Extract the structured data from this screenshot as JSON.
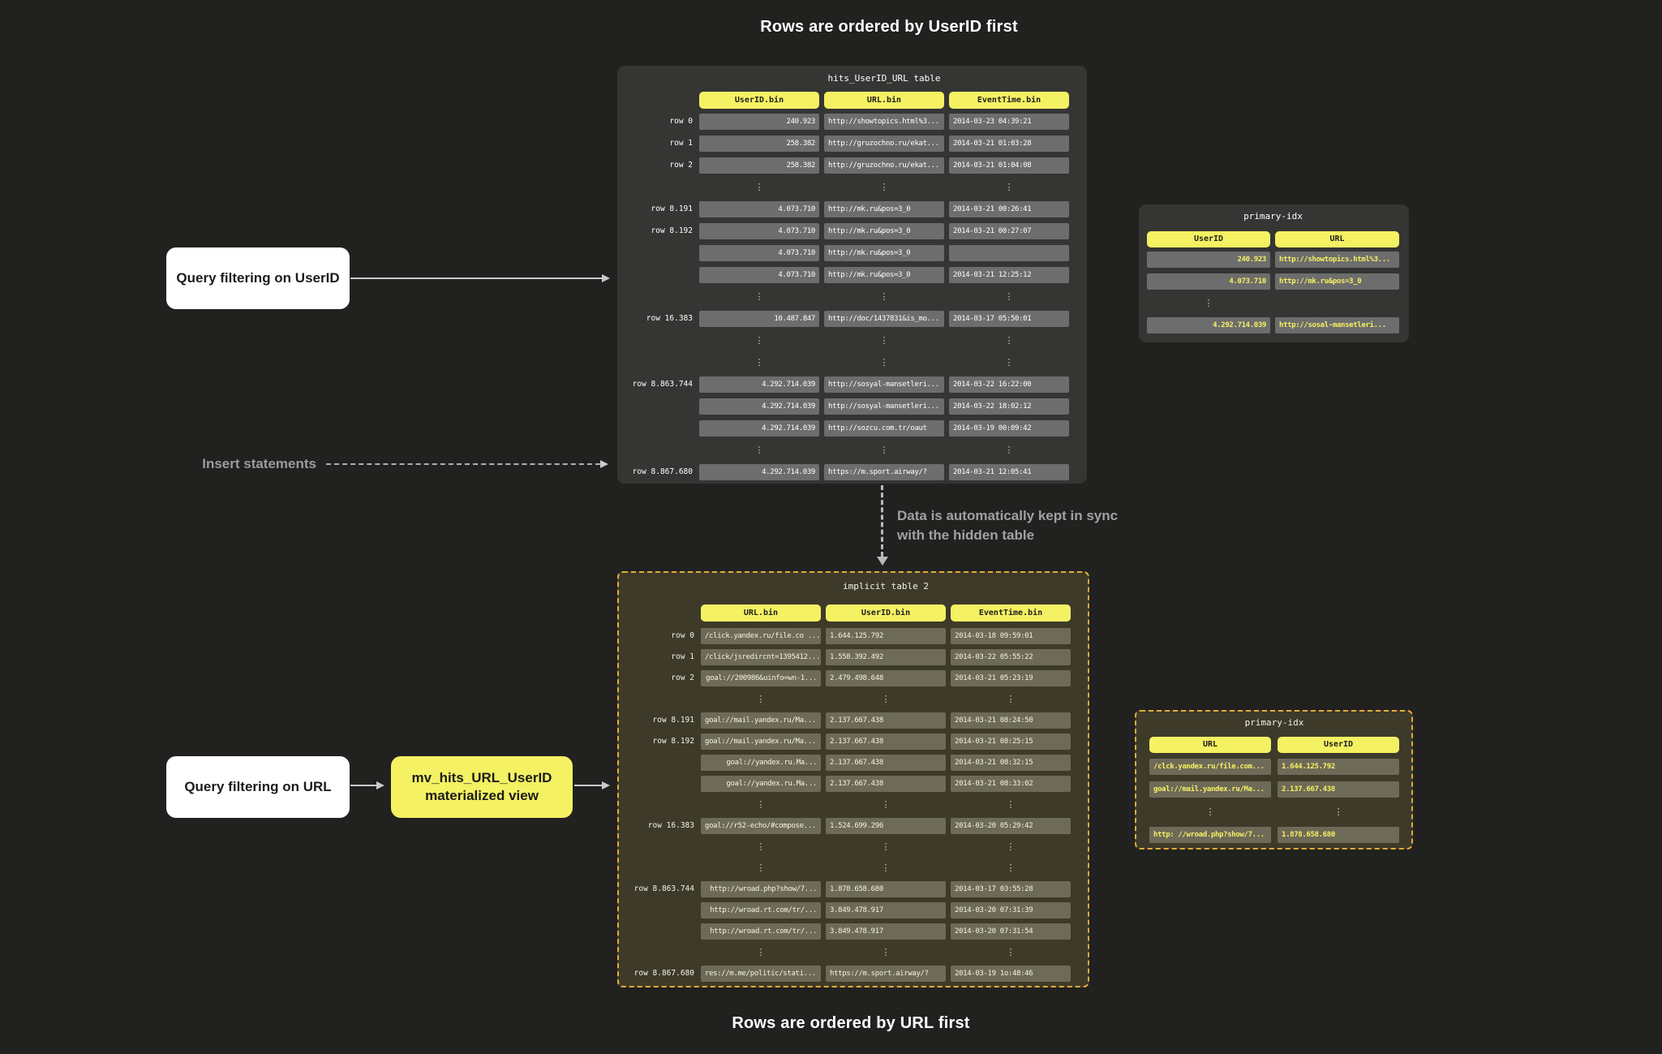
{
  "captions": {
    "top": "Rows are ordered by UserID first",
    "bottom": "Rows are ordered by URL first"
  },
  "annotations": {
    "query_userid": "Query filtering on UserID",
    "insert_statements": "Insert statements",
    "sync_line1": "Data is automatically kept in sync",
    "sync_line2": "with the hidden table",
    "query_url": "Query filtering on URL",
    "mv_line1": "mv_hits_URL_UserID",
    "mv_line2": "materialized view"
  },
  "colors": {
    "accent_yellow": "#f4f163",
    "panel_gray": "#353534",
    "cell_gray": "#6d6d6d",
    "panel_olive": "#3d3a2a",
    "cell_olive": "#6e6a58",
    "gold": "#e3aa3a",
    "page_bg": "#21211f",
    "text_cream": "#f4f2e6",
    "arrow": "#c9cacc"
  },
  "top_table": {
    "title": "hits_UserID_URL table",
    "columns": [
      "UserID.bin",
      "URL.bin",
      "EventTime.bin"
    ],
    "aligns": [
      "right",
      "left",
      "left"
    ],
    "rows": [
      {
        "label": "row 0",
        "cells": [
          "240.923",
          "http://showtopics.html%3...",
          "2014-03-23 04:39:21"
        ]
      },
      {
        "label": "row 1",
        "cells": [
          "258.382",
          "http://gruzochno.ru/ekat...",
          "2014-03-21 01:03:28"
        ]
      },
      {
        "label": "row 2",
        "cells": [
          "258.382",
          "http://gruzochno.ru/ekat...",
          "2014-03-21 01:04:08"
        ]
      },
      {
        "ellipsis": [
          0,
          1,
          2
        ]
      },
      {
        "label": "row 8.191",
        "cells": [
          "4.073.710",
          "http://mk.ru&pos=3_0",
          "2014-03-21 00:26:41"
        ]
      },
      {
        "label": "row 8.192",
        "cells": [
          "4.073.710",
          "http://mk.ru&pos=3_0",
          "2014-03-21 00:27:07"
        ]
      },
      {
        "label": "",
        "cells": [
          "4.073.710",
          "http://mk.ru&pos=3_0",
          ""
        ]
      },
      {
        "label": "",
        "cells": [
          "4.073.710",
          "http://mk.ru&pos=3_0",
          "2014-03-21 12:25:12"
        ]
      },
      {
        "ellipsis": [
          0,
          1,
          2
        ]
      },
      {
        "label": "row 16.383",
        "cells": [
          "10.487.847",
          "http://doc/1437831&is_mo...",
          "2014-03-17 05:50:01"
        ]
      },
      {
        "ellipsis": [
          0,
          1,
          2
        ]
      },
      {
        "ellipsis": [
          0,
          1,
          2
        ]
      },
      {
        "label": "row 8.863.744",
        "cells": [
          "4.292.714.039",
          "http://sosyal-mansetleri...",
          "2014-03-22 16:22:00"
        ]
      },
      {
        "label": "",
        "cells": [
          "4.292.714.039",
          "http://sosyal-mansetleri...",
          "2014-03-22 18:02:12"
        ]
      },
      {
        "label": "",
        "cells": [
          "4.292.714.039",
          "http://sozcu.com.tr/oaut",
          "2014-03-19 00:09:42"
        ]
      },
      {
        "ellipsis": [
          0,
          1,
          2
        ]
      },
      {
        "label": "row 8.867.680",
        "cells": [
          "4.292.714.039",
          "https://m.sport.airway/?",
          "2014-03-21 12:05:41"
        ]
      }
    ]
  },
  "top_index": {
    "title": "primary-idx",
    "columns": [
      "UserID",
      "URL"
    ],
    "aligns": [
      "right",
      "left"
    ],
    "rows": [
      {
        "label": "",
        "cells": [
          "240.923",
          "http://showtopics.html%3..."
        ]
      },
      {
        "label": "",
        "cells": [
          "4.073.710",
          "http://mk.ru&pos=3_0"
        ]
      },
      {
        "ellipsis": [
          0
        ]
      },
      {
        "label": "",
        "cells": [
          "4.292.714.039",
          "http://sosal-mansetleri..."
        ]
      }
    ]
  },
  "bottom_table": {
    "title": "implicit table 2",
    "columns": [
      "URL.bin",
      "UserID.bin",
      "EventTime.bin"
    ],
    "aligns": [
      "left",
      "left",
      "left"
    ],
    "rows": [
      {
        "label": "row 0",
        "cells": [
          "/click.yandex.ru/file.co ...",
          "1.644.125.792",
          "2014-03-18 09:59:01"
        ]
      },
      {
        "label": "row 1",
        "cells": [
          "/click/jsredircnt=1395412...",
          "1.558.392.492",
          "2014-03-22 05:55:22"
        ]
      },
      {
        "label": "row 2",
        "cells": [
          "goal://200986&uinfo=wn-1...",
          "2.479.498.648",
          "2014-03-21 05:23:19"
        ],
        "aligns": [
          "right",
          "left",
          "left"
        ]
      },
      {
        "ellipsis": [
          0,
          1,
          2
        ]
      },
      {
        "label": "row 8.191",
        "cells": [
          "goal://mail.yandex.ru/Ma...",
          "2.137.667.438",
          "2014-03-21 08:24:50"
        ]
      },
      {
        "label": "row 8.192",
        "cells": [
          "goal://mail.yandex.ru/Ma...",
          "2.137.667.438",
          "2014-03-21 08:25:15"
        ]
      },
      {
        "label": "",
        "cells": [
          "goal://yandex.ru.Ma...",
          "2.137.667.438",
          "2014-03-21 08:32:15"
        ],
        "aligns": [
          "right",
          "left",
          "left"
        ]
      },
      {
        "label": "",
        "cells": [
          "goal://yandex.ru.Ma...",
          "2.137.667.438",
          "2014-03-21 08:33:02"
        ],
        "aligns": [
          "right",
          "left",
          "left"
        ]
      },
      {
        "ellipsis": [
          0,
          1,
          2
        ]
      },
      {
        "label": "row 16.383",
        "cells": [
          "goal://r52-echo/#compose...",
          "1.524.699.296",
          "2014-03-20 05:29:42"
        ]
      },
      {
        "ellipsis": [
          0,
          1,
          2
        ]
      },
      {
        "ellipsis": [
          0,
          1,
          2
        ]
      },
      {
        "label": "row 8.863.744",
        "cells": [
          "http://wroad.php?show/7...",
          "1.878.658.680",
          "2014-03-17 03:55:28"
        ],
        "aligns": [
          "right",
          "left",
          "left"
        ]
      },
      {
        "label": "",
        "cells": [
          "http://wroad.rt.com/tr/...",
          "3.849.478.917",
          "2014-03-20 07:31:39"
        ],
        "aligns": [
          "right",
          "left",
          "left"
        ]
      },
      {
        "label": "",
        "cells": [
          "http://wroad.rt.com/tr/...",
          "3.849.478.917",
          "2014-03-20 07:31:54"
        ],
        "aligns": [
          "right",
          "left",
          "left"
        ]
      },
      {
        "ellipsis": [
          0,
          1,
          2
        ]
      },
      {
        "label": "row 8.867.680",
        "cells": [
          "res://m.me/politic/stati...",
          "https://m.sport.airway/?",
          "2014-03-19 1o:48:46"
        ]
      }
    ]
  },
  "bottom_index": {
    "title": "primary-idx",
    "columns": [
      "URL",
      "UserID"
    ],
    "aligns": [
      "left",
      "left"
    ],
    "rows": [
      {
        "label": "",
        "cells": [
          "/clck.yandex.ru/file.com...",
          "1.644.125.792"
        ]
      },
      {
        "label": "",
        "cells": [
          "goal://mail.yandex.ru/Ma...",
          "2.137.667.438"
        ]
      },
      {
        "ellipsis": [
          0,
          1
        ]
      },
      {
        "label": "",
        "cells": [
          "http: //wroad.php?show/7...",
          "1.878.658.680"
        ]
      }
    ]
  }
}
